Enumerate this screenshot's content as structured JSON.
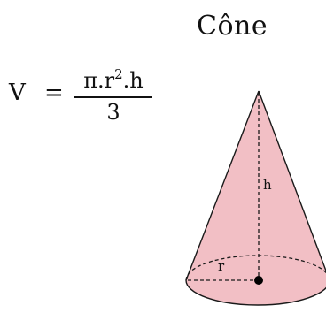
{
  "title": "Cône",
  "formula": {
    "lhs": "V",
    "equals": "=",
    "numerator_main": "π.r",
    "numerator_exponent": "2",
    "numerator_tail": ".h",
    "denominator": "3"
  },
  "diagram": {
    "height_label": "h",
    "radius_label": "r",
    "fill_color": "#f2bfc5",
    "stroke_color": "#1a1a1a"
  }
}
